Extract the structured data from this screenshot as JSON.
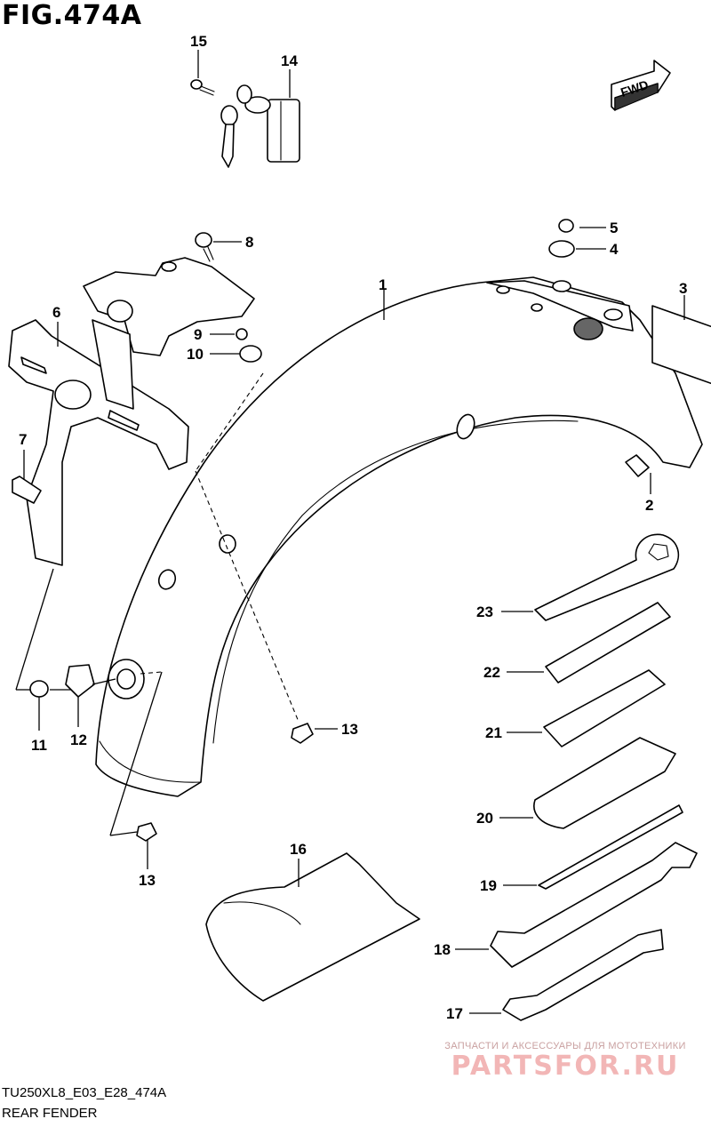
{
  "figure": {
    "title": "FIG.474A",
    "code": "TU250XL8_E03_E28_474A",
    "caption": "REAR FENDER",
    "direction_label": "FWD"
  },
  "callouts": [
    "1",
    "2",
    "3",
    "4",
    "5",
    "6",
    "7",
    "8",
    "9",
    "10",
    "11",
    "12",
    "13",
    "13",
    "14",
    "15",
    "16",
    "17",
    "18",
    "19",
    "20",
    "21",
    "22",
    "23"
  ],
  "watermark": {
    "top": "ЗАПЧАСТИ И АКСЕССУАРЫ ДЛЯ МОТОТЕХНИКИ",
    "main": "PARTSFOR.RU"
  }
}
